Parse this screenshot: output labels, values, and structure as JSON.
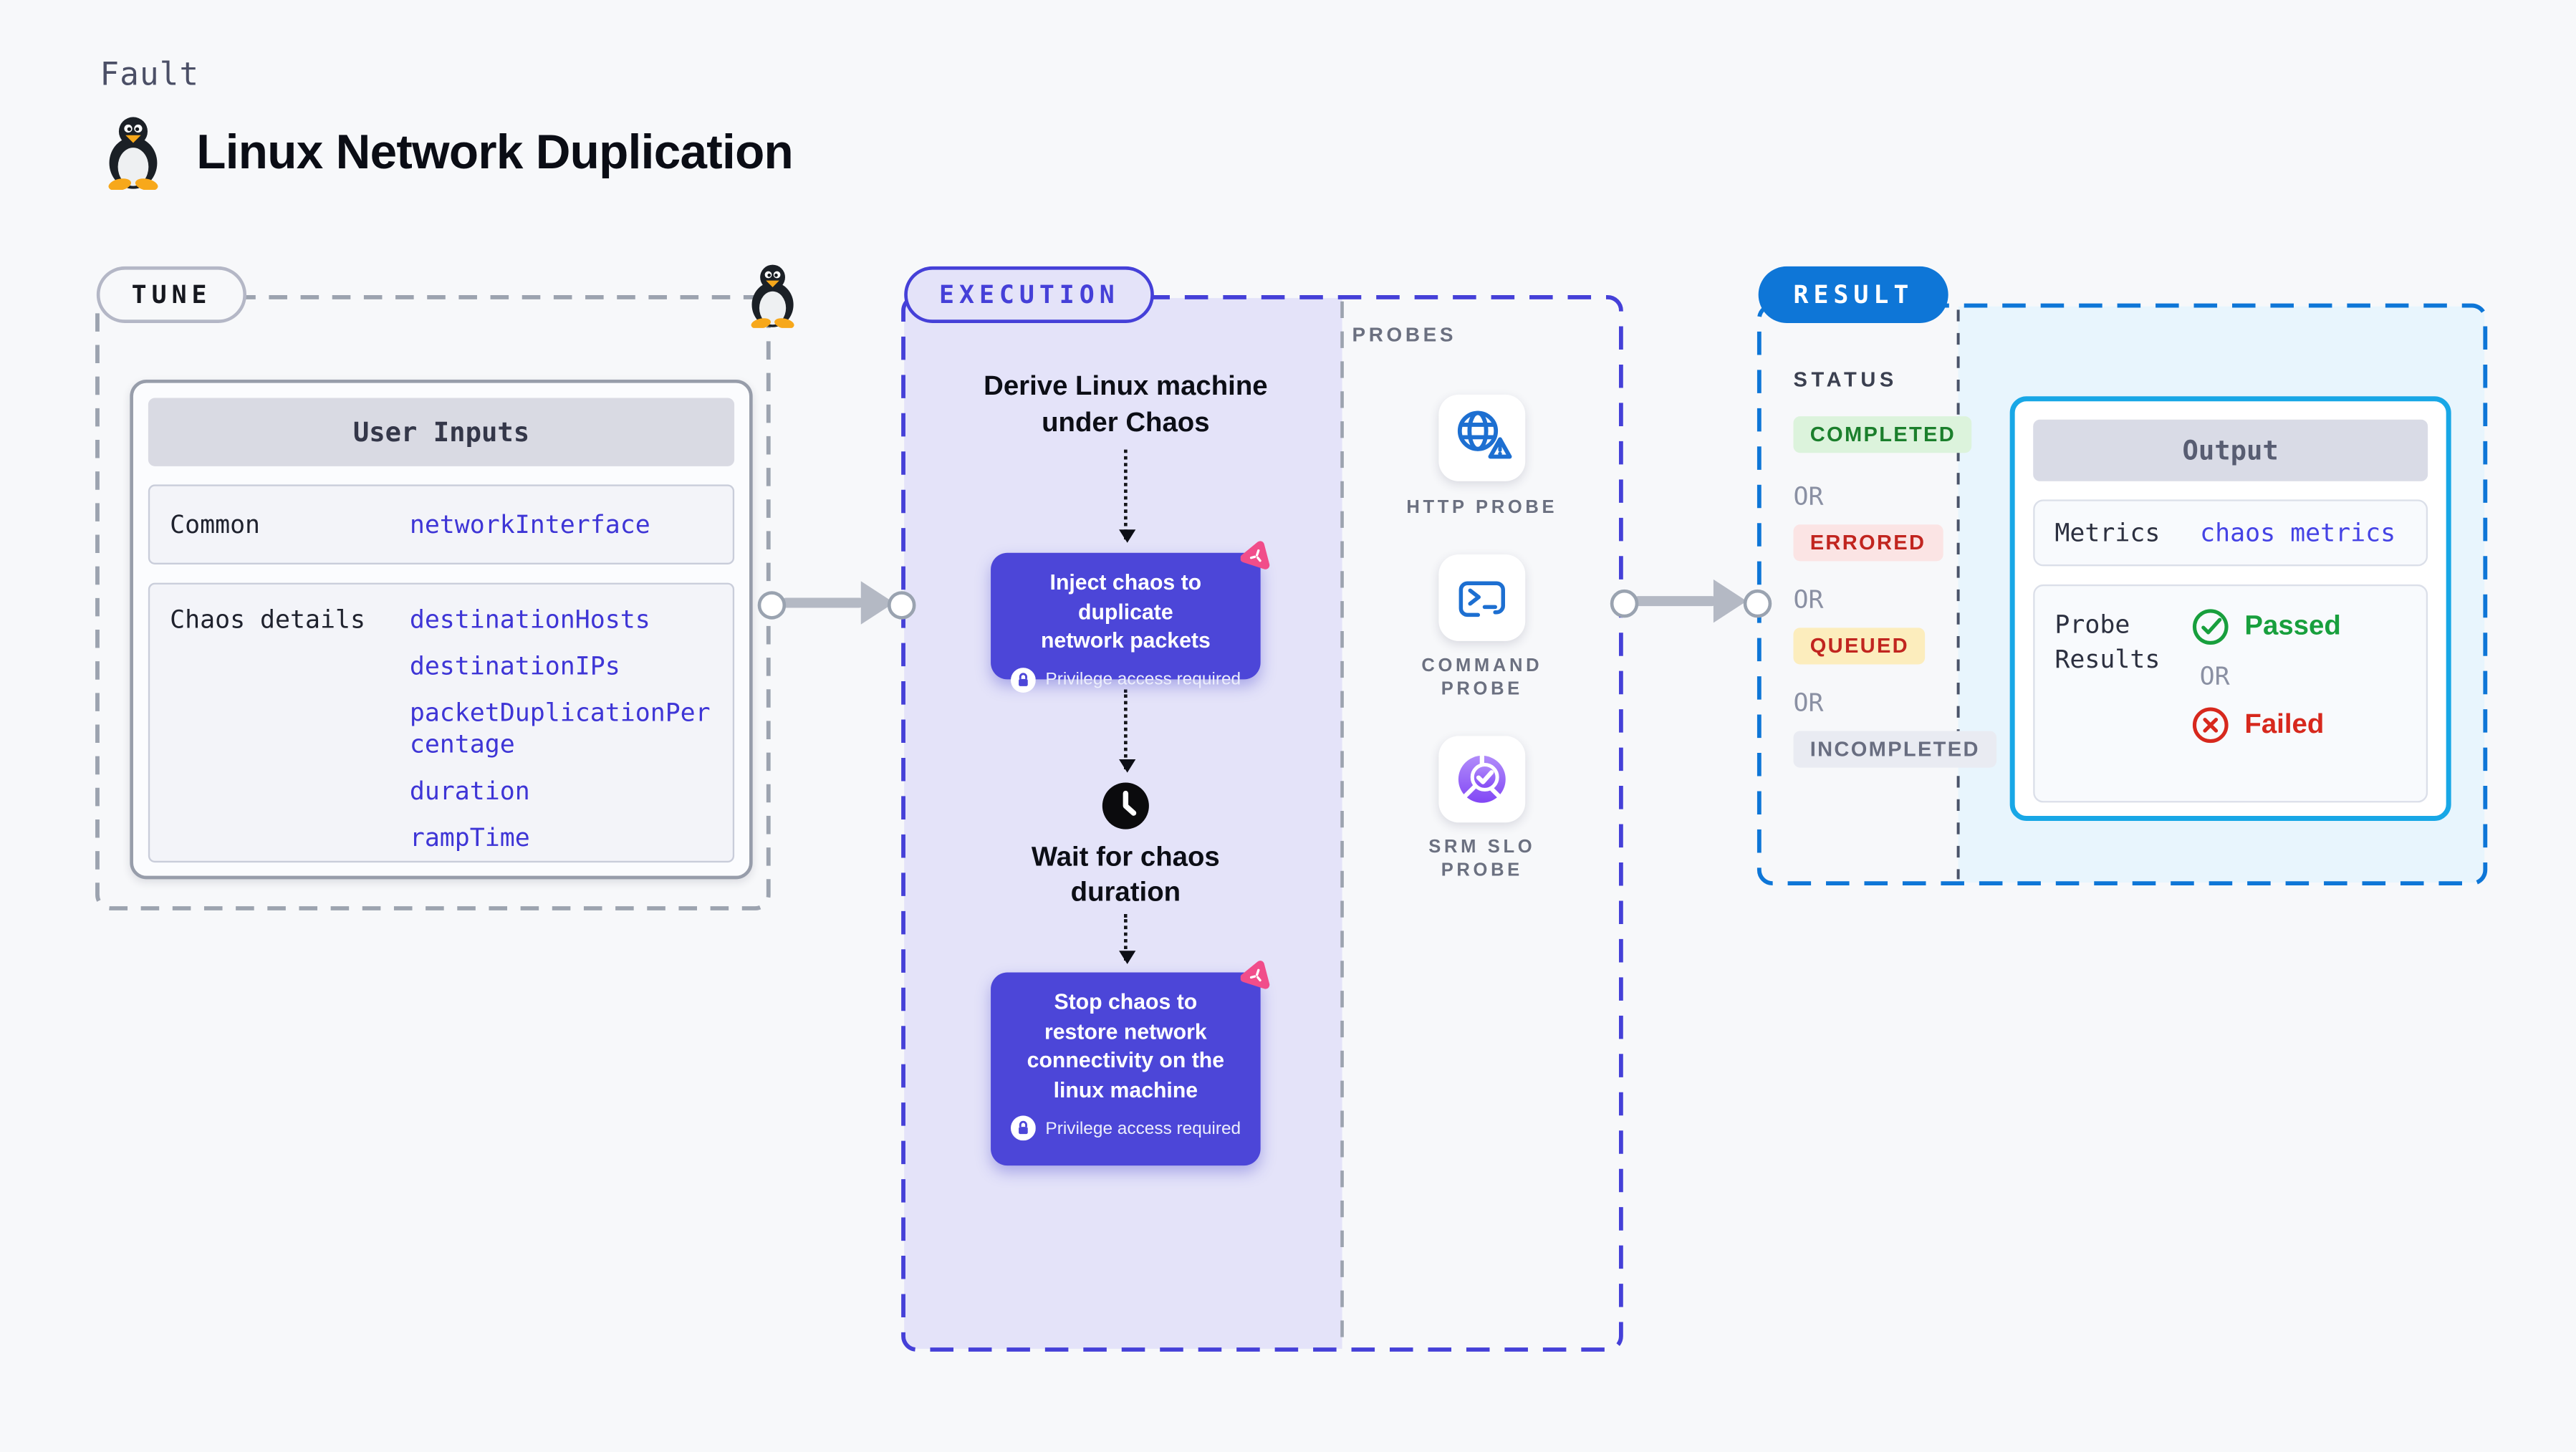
{
  "page": {
    "background": "#f7f8fa"
  },
  "header": {
    "eyebrow": "Fault",
    "title": "Linux Network Duplication"
  },
  "tune": {
    "badge": "TUNE",
    "user_inputs": {
      "header": "User Inputs",
      "common_label": "Common",
      "common_value": "networkInterface",
      "chaos_label": "Chaos details",
      "chaos_values": [
        "destinationHosts",
        "destinationIPs",
        "packetDuplicationPercentage",
        "duration",
        "rampTime"
      ]
    }
  },
  "execution": {
    "badge": "EXECUTION",
    "step_derive": "Derive Linux machine\nunder Chaos",
    "step_inject": "Inject chaos to duplicate\nnetwork packets",
    "step_wait": "Wait for chaos\nduration",
    "step_stop": "Stop chaos to\nrestore network\nconnectivity on the\nlinux machine",
    "privilege_note": "Privilege access required",
    "probes": {
      "label": "PROBES",
      "items": [
        {
          "name": "HTTP PROBE",
          "icon": "globe-warning-icon"
        },
        {
          "name": "COMMAND PROBE",
          "icon": "terminal-icon"
        },
        {
          "name": "SRM SLO PROBE",
          "icon": "slo-donut-icon"
        }
      ]
    }
  },
  "result": {
    "badge": "RESULT",
    "status": {
      "label": "STATUS",
      "separator": "OR",
      "items": [
        {
          "label": "COMPLETED",
          "bg": "#dcf3dc",
          "color": "#1b7f2c"
        },
        {
          "label": "ERRORED",
          "bg": "#fbe4e4",
          "color": "#c1251f"
        },
        {
          "label": "QUEUED",
          "bg": "#fcedbd",
          "color": "#c1251f"
        },
        {
          "label": "INCOMPLETED",
          "bg": "#e9ebf2",
          "color": "#686d80"
        }
      ]
    },
    "output": {
      "header": "Output",
      "metrics_label": "Metrics",
      "metrics_value": "chaos metrics",
      "probe_results_label": "Probe Results",
      "passed": "Passed",
      "separator": "OR",
      "failed": "Failed",
      "passed_color": "#189f3d",
      "failed_color": "#d7281d"
    }
  },
  "colors": {
    "indigo": "#4540d8",
    "execution_fill": "#e4e3f9",
    "result_blue": "#0e76d7",
    "output_border": "#18a7e6",
    "result_fill": "#e8f5fd",
    "value_blue": "#3e35d6",
    "chaos_pink": "#f14d8a"
  }
}
